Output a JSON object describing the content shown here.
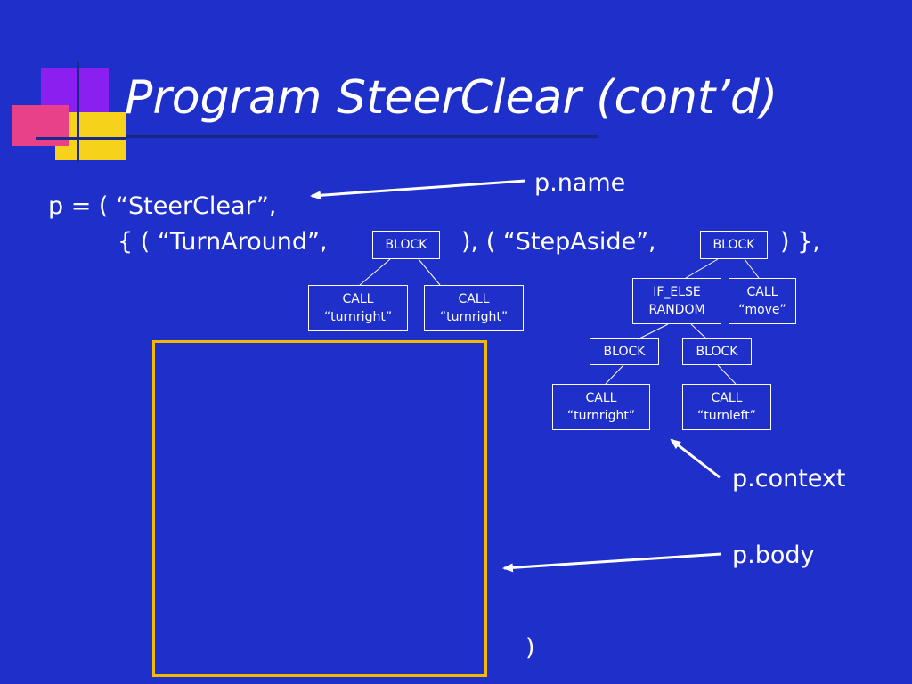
{
  "title": "Program SteerClear (cont’d)",
  "code": {
    "line1": "p = ( “SteerClear”,",
    "line2_part1": "{ ( “TurnAround”,",
    "line2_part2": "), ( “StepAside”,",
    "line2_part3": ") },",
    "closing_paren": ")"
  },
  "labels": {
    "name": "p.name",
    "context": "p.context",
    "body": "p.body"
  },
  "tree1": {
    "root": "BLOCK",
    "children": [
      {
        "line1": "CALL",
        "line2": "“turnright”"
      },
      {
        "line1": "CALL",
        "line2": "“turnright”"
      }
    ]
  },
  "tree2": {
    "root": "BLOCK",
    "if_else": {
      "line1": "IF_ELSE",
      "line2": "RANDOM"
    },
    "move": {
      "line1": "CALL",
      "line2": "“move”"
    },
    "block_left": "BLOCK",
    "block_right": "BLOCK",
    "call_left": {
      "line1": "CALL",
      "line2": "“turnright”"
    },
    "call_right": {
      "line1": "CALL",
      "line2": "“turnleft”"
    }
  },
  "colors": {
    "background": "#1f2fc9",
    "box_border": "#f5b800",
    "text": "#ffffff"
  }
}
